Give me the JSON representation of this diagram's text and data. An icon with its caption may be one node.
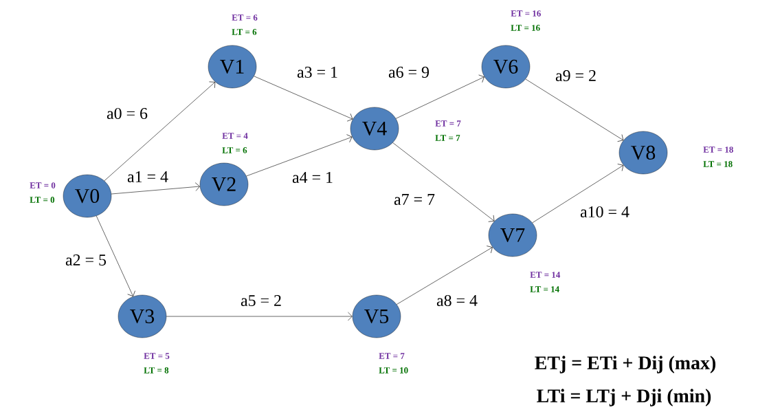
{
  "diagram": {
    "nodes": [
      {
        "text": [
          "V0"
        ],
        "beside": [
          "ET = 0",
          "LT = 0"
        ]
      },
      {
        "text": [
          "V1"
        ],
        "beside": [
          "ET = 6",
          "LT = 6"
        ]
      },
      {
        "text": [
          "V2"
        ],
        "beside": [
          "ET = 4",
          "LT = 6"
        ]
      },
      {
        "text": [
          "V3"
        ],
        "beside": [
          "ET = 5",
          "LT = 8"
        ]
      },
      {
        "text": [
          "V4"
        ],
        "beside": [
          "ET = 7",
          "LT = 7"
        ]
      },
      {
        "text": [
          "V5"
        ],
        "beside": [
          "ET = 7",
          "LT = 10"
        ]
      },
      {
        "text": [
          "V6"
        ],
        "beside": [
          "ET = 16",
          "LT = 16"
        ]
      },
      {
        "text": [
          "V7"
        ],
        "beside": [
          "ET = 14",
          "LT = 14"
        ]
      },
      {
        "text": [
          "V8"
        ],
        "beside": [
          "ET = 18",
          "LT = 18"
        ]
      }
    ],
    "edges": [
      {
        "from": 0,
        "to": 1,
        "arrow": "to",
        "label": "a0 = 6"
      },
      {
        "from": 0,
        "to": 2,
        "arrow": "to",
        "label": "a1 = 4"
      },
      {
        "from": 0,
        "to": 3,
        "arrow": "to",
        "label": "a2 = 5"
      },
      {
        "from": 1,
        "to": 4,
        "arrow": "to",
        "label": "a3 = 1"
      },
      {
        "from": 2,
        "to": 4,
        "arrow": "to",
        "label": "a4 = 1"
      },
      {
        "from": 3,
        "to": 5,
        "arrow": "to",
        "label": "a5 = 2"
      },
      {
        "from": 4,
        "to": 6,
        "arrow": "to",
        "label": "a6 = 9"
      },
      {
        "from": 4,
        "to": 7,
        "arrow": "to",
        "label": "a7 = 7"
      },
      {
        "from": 5,
        "to": 7,
        "arrow": "to",
        "label": "a8 = 4"
      },
      {
        "from": 6,
        "to": 8,
        "arrow": "to",
        "label": "a9 = 2"
      },
      {
        "from": 7,
        "to": 8,
        "arrow": "to",
        "label": "a10 = 4"
      }
    ],
    "labels": [
      "ETj = ETi + Dij (max)",
      "LTi = LTj + Dji (min)"
    ]
  }
}
